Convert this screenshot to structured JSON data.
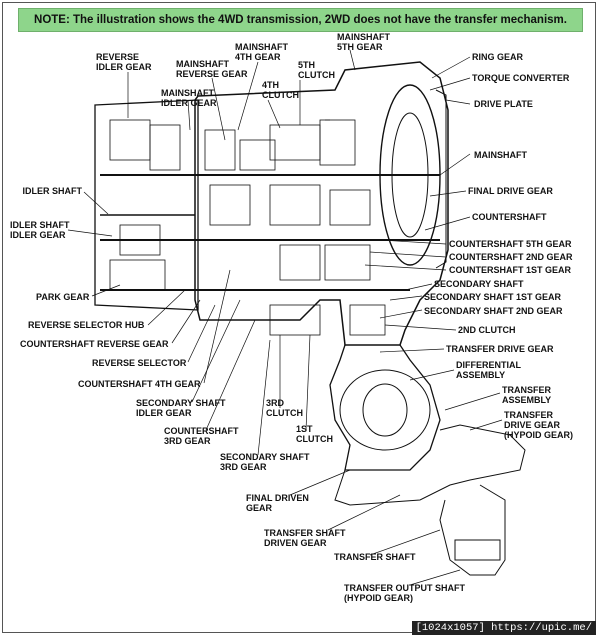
{
  "note": "NOTE: The illustration shows the 4WD transmission, 2WD does not have the transfer mechanism.",
  "labels": {
    "reverse_idler_gear": "REVERSE\nIDLER GEAR",
    "mainshaft_4th_gear": "MAINSHAFT\n4TH GEAR",
    "mainshaft_5th_gear": "MAINSHAFT\n5TH GEAR",
    "mainshaft_reverse_gear": "MAINSHAFT\nREVERSE GEAR",
    "clutch_5th": "5TH\nCLUTCH",
    "clutch_4th": "4TH\nCLUTCH",
    "mainshaft_idler_gear": "MAINSHAFT\nIDLER GEAR",
    "ring_gear": "RING GEAR",
    "torque_converter": "TORQUE CONVERTER",
    "drive_plate": "DRIVE PLATE",
    "mainshaft": "MAINSHAFT",
    "final_drive_gear": "FINAL DRIVE GEAR",
    "countershaft": "COUNTERSHAFT",
    "idler_shaft": "IDLER SHAFT",
    "idler_shaft_idler_gear": "IDLER SHAFT\nIDLER GEAR",
    "countershaft_5th_gear": "COUNTERSHAFT 5TH GEAR",
    "countershaft_2nd_gear": "COUNTERSHAFT 2ND GEAR",
    "countershaft_1st_gear": "COUNTERSHAFT 1ST GEAR",
    "secondary_shaft": "SECONDARY SHAFT",
    "secondary_shaft_1st_gear": "SECONDARY SHAFT 1ST GEAR",
    "park_gear": "PARK GEAR",
    "secondary_shaft_2nd_gear": "SECONDARY SHAFT 2ND GEAR",
    "reverse_selector_hub": "REVERSE SELECTOR HUB",
    "clutch_2nd": "2ND CLUTCH",
    "countershaft_reverse_gear": "COUNTERSHAFT REVERSE GEAR",
    "transfer_drive_gear": "TRANSFER DRIVE GEAR",
    "reverse_selector": "REVERSE SELECTOR",
    "differential_assembly": "DIFFERENTIAL\nASSEMBLY",
    "countershaft_4th_gear": "COUNTERSHAFT 4TH GEAR",
    "transfer_assembly": "TRANSFER\nASSEMBLY",
    "secondary_shaft_idler_gear": "SECONDARY SHAFT\nIDLER GEAR",
    "clutch_3rd": "3RD\nCLUTCH",
    "transfer_drive_gear_hypoid": "TRANSFER\nDRIVE GEAR\n(HYPOID GEAR)",
    "countershaft_3rd_gear": "COUNTERSHAFT\n3RD GEAR",
    "clutch_1st": "1ST\nCLUTCH",
    "secondary_shaft_3rd_gear": "SECONDARY SHAFT\n3RD GEAR",
    "final_driven_gear": "FINAL DRIVEN\nGEAR",
    "transfer_shaft_driven_gear": "TRANSFER SHAFT\nDRIVEN GEAR",
    "transfer_shaft": "TRANSFER SHAFT",
    "transfer_output_shaft": "TRANSFER OUTPUT SHAFT\n(HYPOID GEAR)"
  },
  "watermark": "[1024x1057] https://upic.me/"
}
